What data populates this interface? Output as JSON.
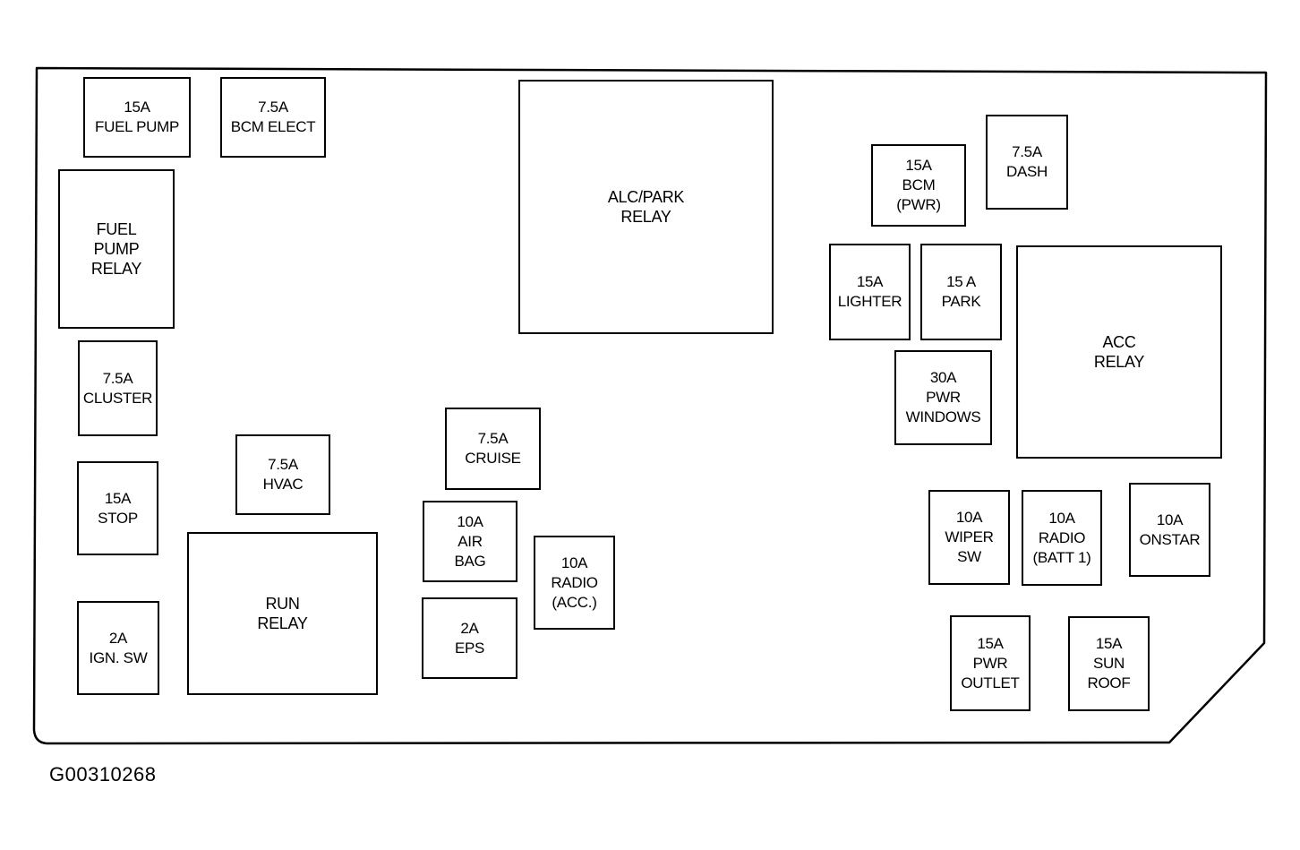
{
  "fuse_panel": {
    "fuses": {
      "fuel_pump": {
        "rating": "15A",
        "name": [
          "FUEL PUMP"
        ]
      },
      "bcm_elect": {
        "rating": "7.5A",
        "name": [
          "BCM ELECT"
        ]
      },
      "cluster": {
        "rating": "7.5A",
        "name": [
          "CLUSTER"
        ]
      },
      "stop": {
        "rating": "15A",
        "name": [
          "STOP"
        ]
      },
      "ign_sw": {
        "rating": "2A",
        "name": [
          "IGN. SW"
        ]
      },
      "hvac": {
        "rating": "7.5A",
        "name": [
          "HVAC"
        ]
      },
      "cruise": {
        "rating": "7.5A",
        "name": [
          "CRUISE"
        ]
      },
      "air_bag": {
        "rating": "10A",
        "name": [
          "AIR",
          "BAG"
        ]
      },
      "eps": {
        "rating": "2A",
        "name": [
          "EPS"
        ]
      },
      "radio_acc": {
        "rating": "10A",
        "name": [
          "RADIO",
          "(ACC.)"
        ]
      },
      "bcm_pwr": {
        "rating": "15A",
        "name": [
          "BCM",
          "(PWR)"
        ]
      },
      "dash": {
        "rating": "7.5A",
        "name": [
          "DASH"
        ]
      },
      "lighter": {
        "rating": "15A",
        "name": [
          "LIGHTER"
        ]
      },
      "park": {
        "rating": "15 A",
        "name": [
          "PARK"
        ]
      },
      "pwr_windows": {
        "rating": "30A",
        "name": [
          "PWR",
          "WINDOWS"
        ]
      },
      "wiper_sw": {
        "rating": "10A",
        "name": [
          "WIPER",
          "SW"
        ]
      },
      "radio_batt": {
        "rating": "10A",
        "name": [
          "RADIO",
          "(BATT 1)"
        ]
      },
      "onstar": {
        "rating": "10A",
        "name": [
          "ONSTAR"
        ]
      },
      "pwr_outlet": {
        "rating": "15A",
        "name": [
          "PWR",
          "OUTLET"
        ]
      },
      "sun_roof": {
        "rating": "15A",
        "name": [
          "SUN",
          "ROOF"
        ]
      }
    },
    "relays": {
      "fuel_pump": [
        "FUEL",
        "PUMP",
        "RELAY"
      ],
      "run": [
        "RUN",
        "RELAY"
      ],
      "alc_park": [
        "ALC/PARK",
        "RELAY"
      ],
      "acc": [
        "ACC",
        "RELAY"
      ]
    }
  },
  "figure_id": "G00310268"
}
